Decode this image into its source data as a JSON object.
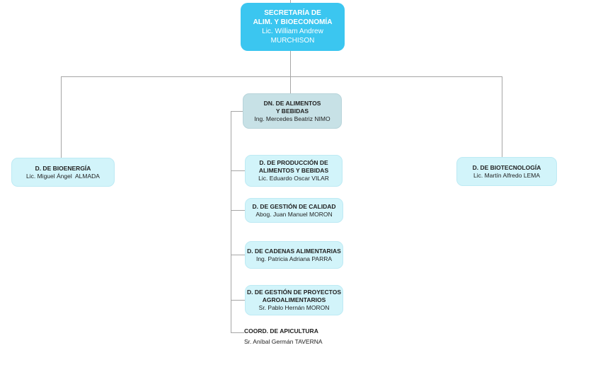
{
  "chart_type": "org-chart",
  "colors": {
    "root_fill": "#3bc6f0",
    "root_text": "#ffffff",
    "secondary_fill": "#c7e1e6",
    "leaf_fill": "#d2f4fa",
    "connector_line": "#a6a6a6",
    "text": "#1f1f1f"
  },
  "nodes": {
    "secretaria": {
      "title": "SECRETARÍA DE\nALIM. Y BIOECONOMÍA",
      "person": "Lic. William Andrew\nMURCHISON"
    },
    "bioenergia": {
      "title": "D. DE BIOENERGÍA",
      "person": "Lic. Miguel Ángel  ALMADA"
    },
    "alimentos_bebidas": {
      "title": "DN. DE ALIMENTOS\nY BEBIDAS",
      "person": "Ing. Mercedes Beatriz NIMO"
    },
    "biotecnologia": {
      "title": "D. DE BIOTECNOLOGÍA",
      "person": "Lic. Martín Alfredo LEMA"
    },
    "produccion": {
      "title": "D. DE PRODUCCIÓN DE\nALIMENTOS Y BEBIDAS",
      "person": "Lic. Eduardo Oscar VILAR"
    },
    "calidad": {
      "title": "D. DE GESTIÓN DE CALIDAD",
      "person": "Abog. Juan Manuel MORON"
    },
    "cadenas": {
      "title": "D. DE CADENAS ALIMENTARIAS",
      "person": "Ing. Patricia Adriana PARRA"
    },
    "proyectos": {
      "title": "D. DE GESTIÓN DE PROYECTOS\nAGROALIMENTARIOS",
      "person": "Sr. Pablo Hernán MORON"
    },
    "apicultura": {
      "title": "COORD. DE APICULTURA",
      "person": "Sr. Aníbal Germán TAVERNA"
    }
  }
}
